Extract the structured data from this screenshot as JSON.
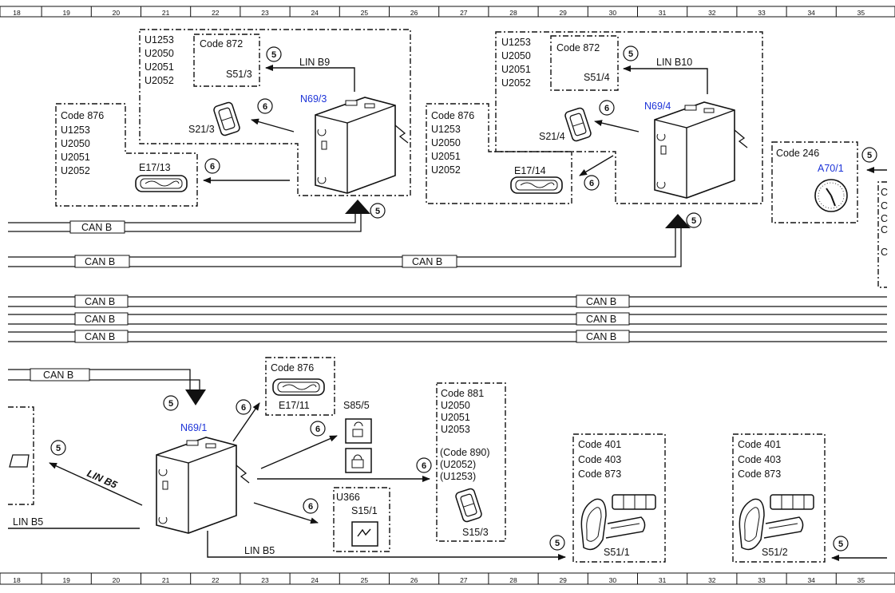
{
  "ruler": [
    "18",
    "19",
    "20",
    "21",
    "22",
    "23",
    "24",
    "25",
    "26",
    "27",
    "28",
    "29",
    "30",
    "31",
    "32",
    "33",
    "34",
    "35"
  ],
  "bus_label": "CAN B",
  "lin": {
    "b9": "LIN B9",
    "b10": "LIN B10",
    "b5": "LIN B5"
  },
  "components": {
    "n69_3": "N69/3",
    "n69_4": "N69/4",
    "n69_1": "N69/1",
    "a70_1": "A70/1",
    "s51_3": "S51/3",
    "s51_4": "S51/4",
    "s21_3": "S21/3",
    "s21_4": "S21/4",
    "e17_13": "E17/13",
    "e17_14": "E17/14",
    "e17_11": "E17/11",
    "s85_5": "S85/5",
    "s15_1": "S15/1",
    "s15_3": "S15/3",
    "s51_1": "S51/1",
    "s51_2": "S51/2",
    "u366": "U366"
  },
  "codes": {
    "c872": "Code 872",
    "c876": "Code 876",
    "c246": "Code 246",
    "c881": "Code 881",
    "c401": "Code 401",
    "c403": "Code 403",
    "c873": "Code 873",
    "c890": "(Code 890)",
    "pu2052": "(U2052)",
    "pu1253": "(U1253)",
    "u1253": "U1253",
    "u2050": "U2050",
    "u2051": "U2051",
    "u2052": "U2052",
    "u2053": "U2053"
  },
  "circle_notes": {
    "five": "5",
    "six": "6"
  },
  "edge_c": "C"
}
